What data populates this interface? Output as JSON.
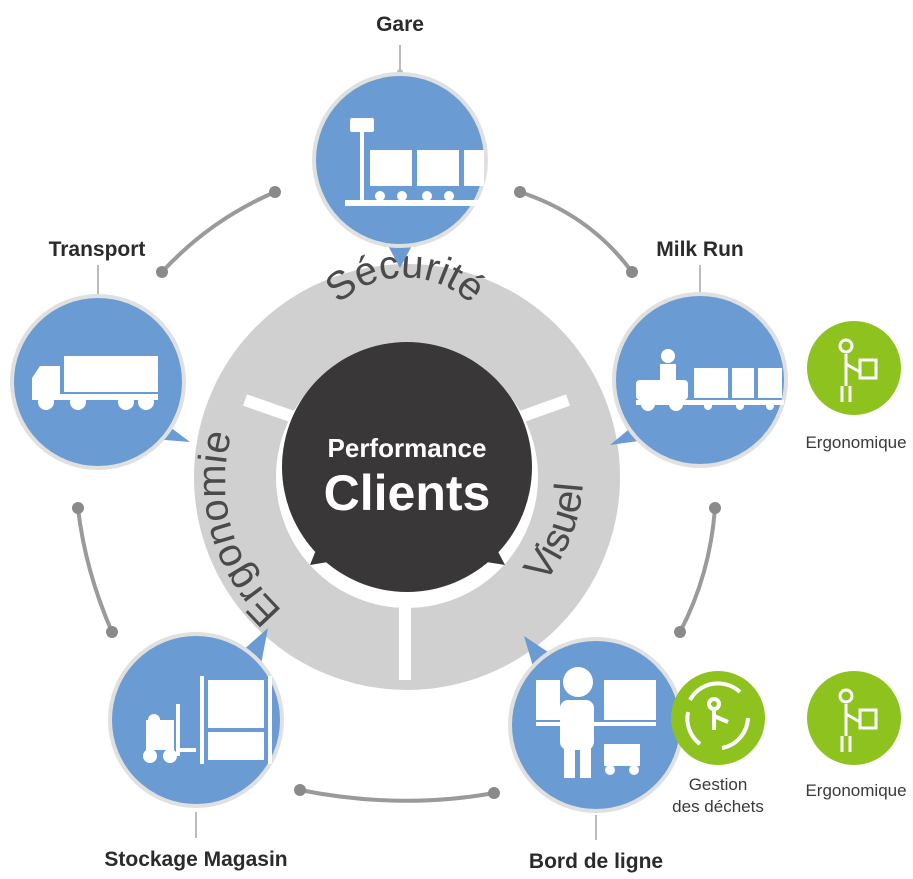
{
  "center": {
    "line1": "Performance",
    "line2": "Clients"
  },
  "ring": {
    "top": "Sécurité",
    "left": "Ergonomie",
    "right": "Visuel"
  },
  "nodes": {
    "gare": "Gare",
    "milk_run": "Milk Run",
    "transport": "Transport",
    "stockage": "Stockage Magasin",
    "bord_de_ligne": "Bord de ligne"
  },
  "badges": {
    "ergonomique_1": "Ergonomique",
    "dechets_line1": "Gestion",
    "dechets_line2": "des déchets",
    "ergonomique_2": "Ergonomique"
  },
  "colors": {
    "bubble_blue": "#6a9bd2",
    "ring_gray": "#d0d0d0",
    "center_dark": "#3a3739",
    "badge_green": "#8dc21f",
    "connector_gray": "#9a9a9a"
  }
}
